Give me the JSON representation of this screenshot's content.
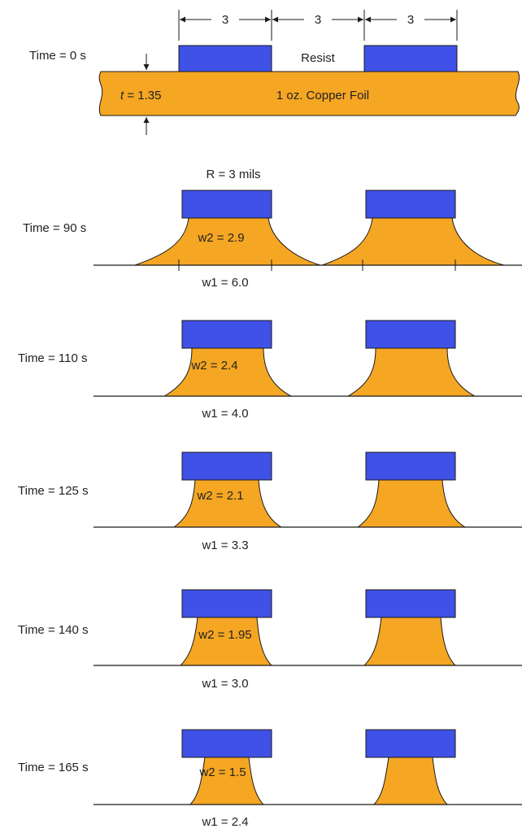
{
  "colors": {
    "copper": "#F5A623",
    "resist": "#3F51E6",
    "line": "#1a1a1a"
  },
  "top": {
    "time_label": "Time = 0 s",
    "spacings": [
      "3",
      "3",
      "3"
    ],
    "resist_label": "Resist",
    "thickness_symbol": "t",
    "thickness_value": " = 1.35",
    "foil_label": "1 oz. Copper Foil",
    "radius_label": "R = 3 mils"
  },
  "stages": [
    {
      "time_label": "Time = 90 s",
      "w2_label": "w2 = 2.9",
      "w1_label": "w1 = 6.0"
    },
    {
      "time_label": "Time = 110 s",
      "w2_label": "w2 = 2.4",
      "w1_label": "w1 = 4.0"
    },
    {
      "time_label": "Time = 125 s",
      "w2_label": "w2 = 2.1",
      "w1_label": "w1 = 3.3"
    },
    {
      "time_label": "Time = 140 s",
      "w2_label": "w2 = 1.95",
      "w1_label": "w1 = 3.0"
    },
    {
      "time_label": "Time = 165 s",
      "w2_label": "w2 = 1.5",
      "w1_label": "w1 = 2.4"
    }
  ]
}
